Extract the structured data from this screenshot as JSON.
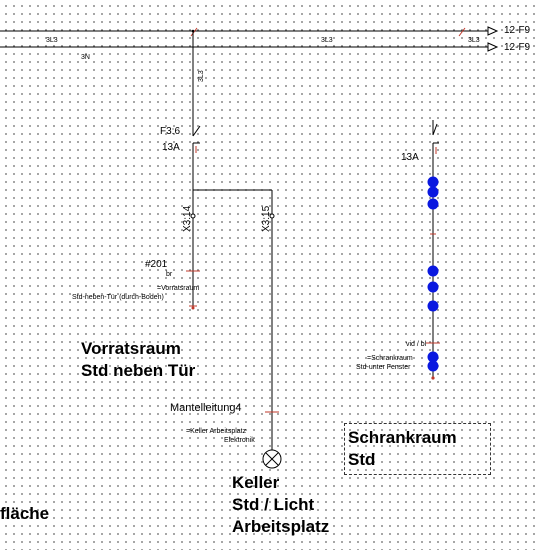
{
  "bus": {
    "line_3l3_left": "3L3",
    "line_3l3_mid": "3L3",
    "line_3l3_right": "3L3",
    "line_3n": "3N",
    "target_top": "12-F9",
    "target_bottom": "12-F9",
    "drop_label": "3L3"
  },
  "left_circuit": {
    "breaker_name": "F3:6",
    "breaker_rating": "13A",
    "terminal_a": "X3:14",
    "terminal_b": "X3:15",
    "cable_number": "#201",
    "cable_color": "br",
    "location": "=Vorratsraum",
    "location_detail": "Std-neben-Tür (durch-Boden)",
    "heading_line1": "Vorratsraum",
    "heading_line2": "Std neben Tür"
  },
  "keller_circuit": {
    "cable_type": "Mantelleitung4",
    "location": "=Keller Arbeitsplatz",
    "location_detail": "Elektronik",
    "heading_line1": "Keller",
    "heading_line2": "Std / Licht",
    "heading_line3": "Arbeitsplatz"
  },
  "right_circuit": {
    "breaker_rating": "13A",
    "wire_colors": "vid / bl",
    "location": "=Schrankraum",
    "location_detail": "Std-unter Fenster",
    "box_line1": "Schrankraum",
    "box_line2": "Std"
  },
  "cutoff_text": "fläche",
  "colors": {
    "wire": "#000000",
    "accent": "#c0392b",
    "dot": "#0a18e0",
    "grid": "#7a7a7a"
  }
}
